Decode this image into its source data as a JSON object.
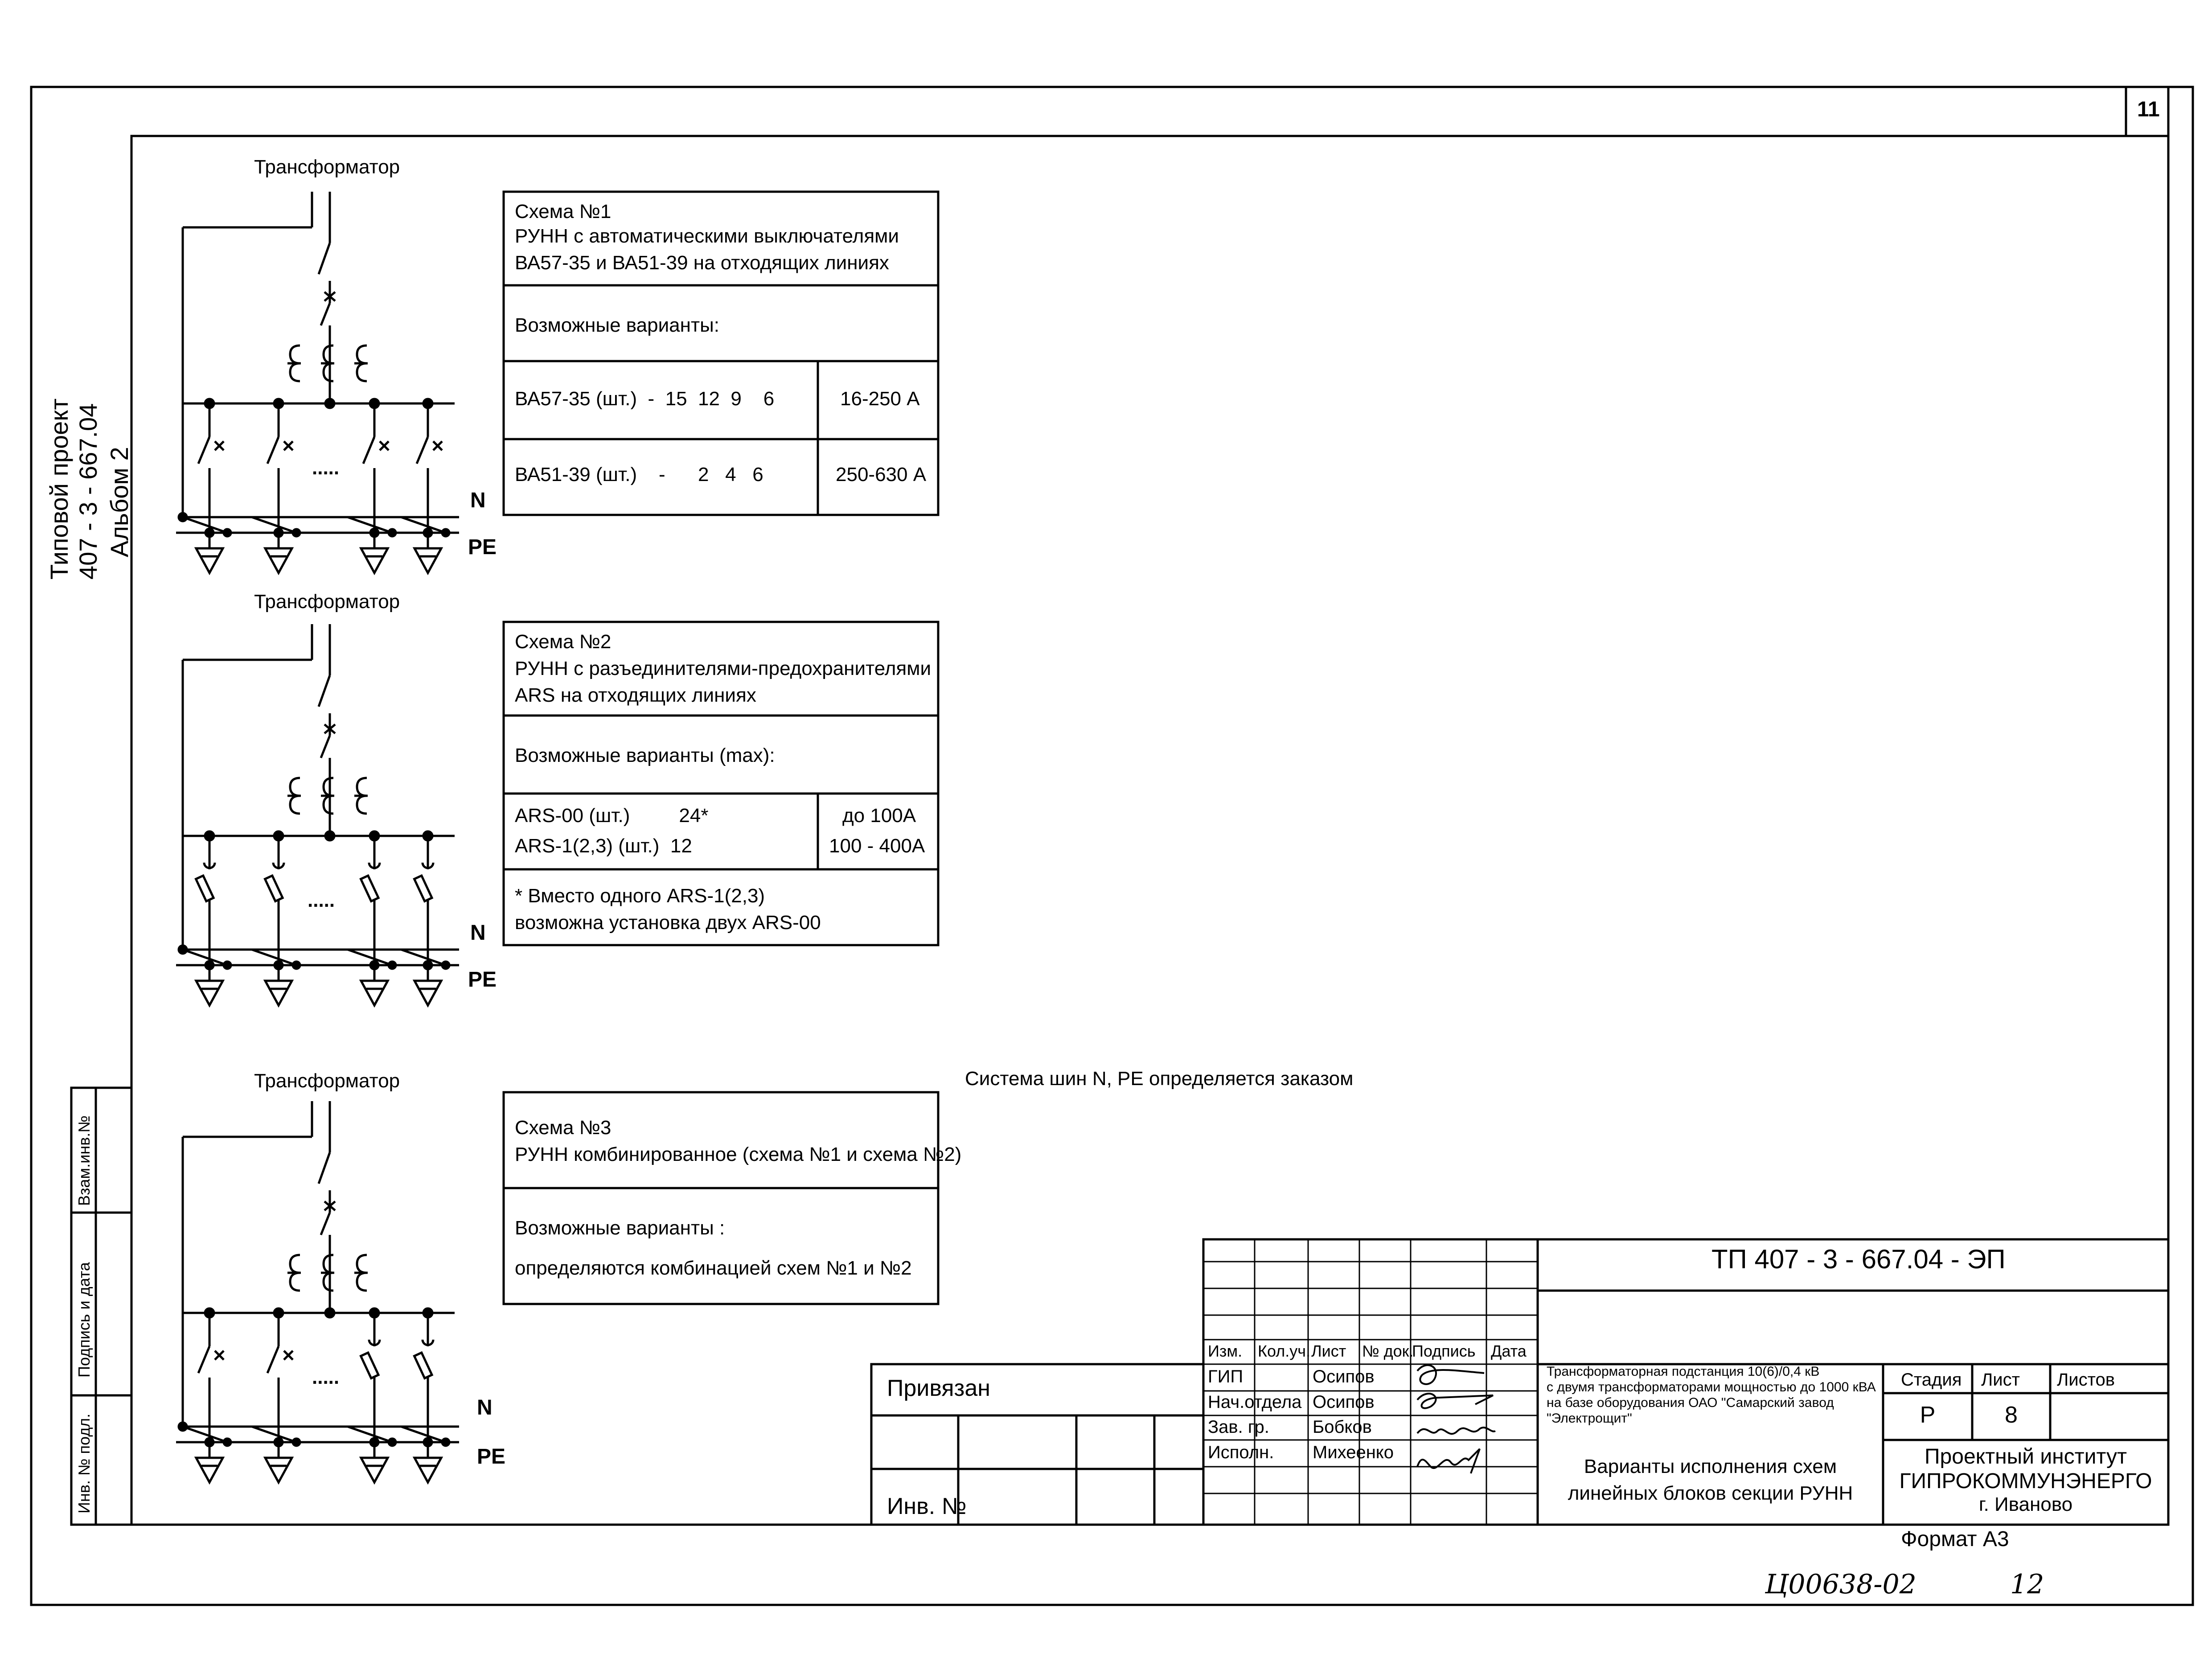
{
  "sheet": {
    "number": "11",
    "side_stamp": {
      "line1": "Типовой проект",
      "line2": "407 - 3 - 667.04",
      "line3": "Альбом 2"
    },
    "left_strip": {
      "inv_podl": "Инв. № подл.",
      "podpis_data": "Подпись и дата",
      "vzam_inv": "Взам.инв.№"
    },
    "note": "Система шин N, PE определяется заказом",
    "format": "Формат А3",
    "handwritten_code": "Ц00638-02",
    "handwritten_page": "12"
  },
  "schemes": [
    {
      "transformer_label": "Трансформатор",
      "bus_n": "N",
      "bus_pe": "PE",
      "dots": ".....",
      "title": "Схема №1",
      "desc1": "РУНН с автоматическими выключателями",
      "desc2": "ВА57-35 и ВА51-39 на отходящих линиях",
      "variants_label": "Возможные варианты:",
      "rows": [
        {
          "left": "ВА57-35 (шт.)  -  15  12  9    6",
          "right": "16-250 А"
        },
        {
          "left": "ВА51-39 (шт.)    -      2   4   6",
          "right": "250-630 А"
        }
      ]
    },
    {
      "transformer_label": "Трансформатор",
      "bus_n": "N",
      "bus_pe": "PE",
      "dots": ".....",
      "title": "Схема №2",
      "desc1": "РУНН с разъединителями-предохранителями",
      "desc2": "ARS на отходящих линиях",
      "variants_label": "Возможные варианты (max):",
      "rows": [
        {
          "left": "ARS-00 (шт.)         24*",
          "right": "до 100А"
        },
        {
          "left": "ARS-1(2,3) (шт.)  12",
          "right": "100 - 400А"
        }
      ],
      "footnote1": "* Вместо одного ARS-1(2,3)",
      "footnote2": "возможна установка двух ARS-00"
    },
    {
      "transformer_label": "Трансформатор",
      "bus_n": "N",
      "bus_pe": "PE",
      "dots": ".....",
      "title": "Схема №3",
      "desc1": "РУНН комбинированное (схема №1 и схема №2)",
      "variants_label": "Возможные варианты :",
      "variants_text": "определяются комбинацией схем №1 и №2"
    }
  ],
  "title_block": {
    "doc_code": "ТП  407 - 3 - 667.04 - ЭП",
    "privyazan": "Привязан",
    "inv_no": "Инв. №",
    "headers": [
      "Изм.",
      "Кол.уч.",
      "Лист",
      "№ док.",
      "Подпись",
      "Дата"
    ],
    "staff": [
      {
        "role": "ГИП",
        "name": "Осипов"
      },
      {
        "role": "Нач.отдела",
        "name": "Осипов"
      },
      {
        "role": "Зав. гр.",
        "name": "Бобков"
      },
      {
        "role": "Исполн.",
        "name": "Михеенко"
      }
    ],
    "object_line1": "Трансформаторная подстанция 10(6)/0,4 кВ",
    "object_line2": "с двумя трансформаторами мощностью до 1000 кВА",
    "object_line3": "на базе оборудования ОАО \"Самарский завод",
    "object_line4": "\"Электрощит\"",
    "sheet_title1": "Варианты исполнения схем",
    "sheet_title2": "линейных блоков секции РУНН",
    "stage_label": "Стадия",
    "list_label": "Лист",
    "listov_label": "Листов",
    "stage": "Р",
    "list": "8",
    "org1": "Проектный институт",
    "org2": "ГИПРОКОММУНЭНЕРГО",
    "org3": "г. Иваново"
  }
}
